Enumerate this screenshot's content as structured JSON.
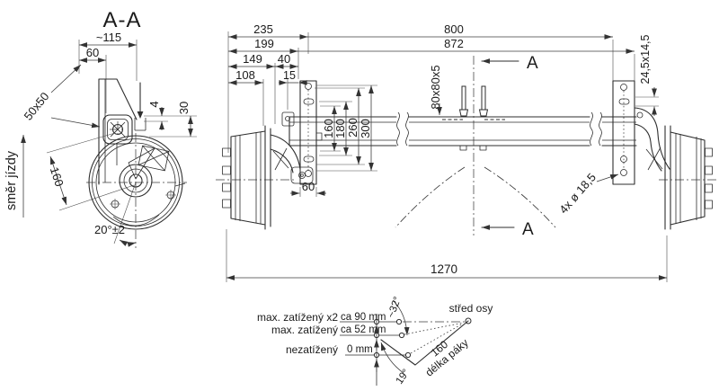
{
  "drawing": {
    "section_view": {
      "title": "A-A",
      "dim_width": "~115",
      "dim_offset": "60",
      "tube_label": "50x50",
      "dim_gap": "4",
      "dim_drop": "30",
      "dim_lever": "160",
      "dim_angle": "20°±2",
      "direction_label": "směr jízdy"
    },
    "main_view": {
      "d235": "235",
      "d199": "199",
      "d149": "149",
      "d40": "40",
      "d108": "108",
      "d15": "15",
      "d800": "800",
      "d872": "872",
      "tube_profile": "80x80x5",
      "slot_size": "24,5x14,5",
      "d160": "160",
      "d180": "180",
      "d260": "260",
      "d300": "300",
      "d60": "60",
      "holes": "4x ø 18,5",
      "overall": "1270",
      "marker": "A"
    },
    "lever_diagram": {
      "rows": [
        {
          "label": "max. zatížený x2",
          "value": "ca 90 mm"
        },
        {
          "label": "max. zatížený",
          "value": "ca 52 mm"
        },
        {
          "label": "nezatížený",
          "value": "0 mm"
        }
      ],
      "angle_top": "~32°",
      "angle_bottom": "19°",
      "pivot_label": "střed osy",
      "length_value": "160",
      "length_label": "délka páky"
    },
    "colors": {
      "line": "#2e2e2e",
      "background": "#ffffff"
    }
  }
}
